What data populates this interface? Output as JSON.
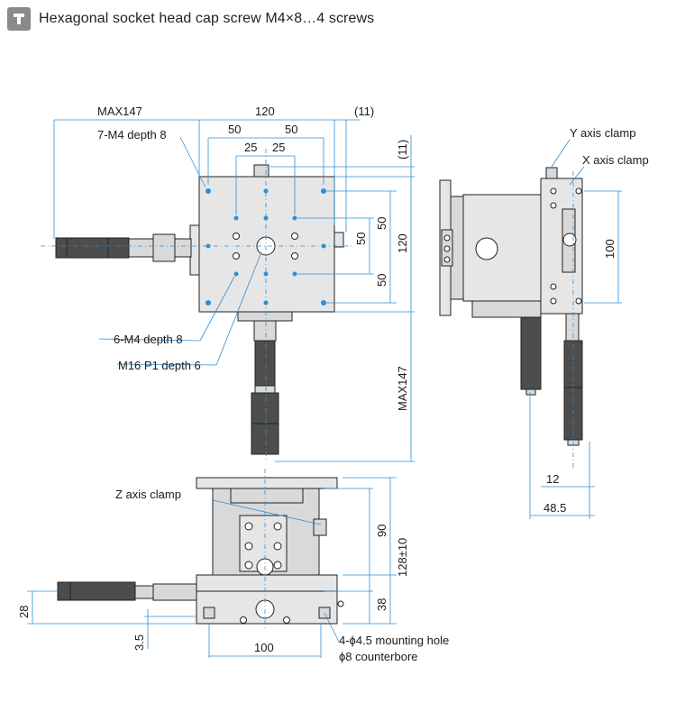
{
  "header": {
    "title": "Hexagonal socket head cap screw M4×8…4 screws",
    "icon": "screw-icon"
  },
  "top_view": {
    "dim_max147_top": "MAX147",
    "dim_120_top": "120",
    "dim_11_top": "(11)",
    "dim_50_a": "50",
    "dim_50_b": "50",
    "dim_25_a": "25",
    "dim_25_b": "25",
    "dim_11_right": "(11)",
    "dim_50_r1": "50",
    "dim_50_r2": "50",
    "dim_120_right": "120",
    "dim_50_inner": "50",
    "dim_max147_right": "MAX147",
    "label_7m4": "7-M4 depth 8",
    "label_6m4": "6-M4 depth 8",
    "label_m16": "M16 P1 depth 6"
  },
  "side_view": {
    "label_y_clamp": "Y axis clamp",
    "label_x_clamp": "X axis clamp",
    "dim_100": "100",
    "dim_12": "12",
    "dim_48_5": "48.5"
  },
  "front_view": {
    "label_z_clamp": "Z axis clamp",
    "dim_90": "90",
    "dim_128": "128±10",
    "dim_38": "38",
    "dim_28": "28",
    "dim_3_5": "3.5",
    "dim_100": "100",
    "label_mount_1": "4-ϕ4.5 mounting hole",
    "label_mount_2": "ϕ8 counterbore"
  }
}
